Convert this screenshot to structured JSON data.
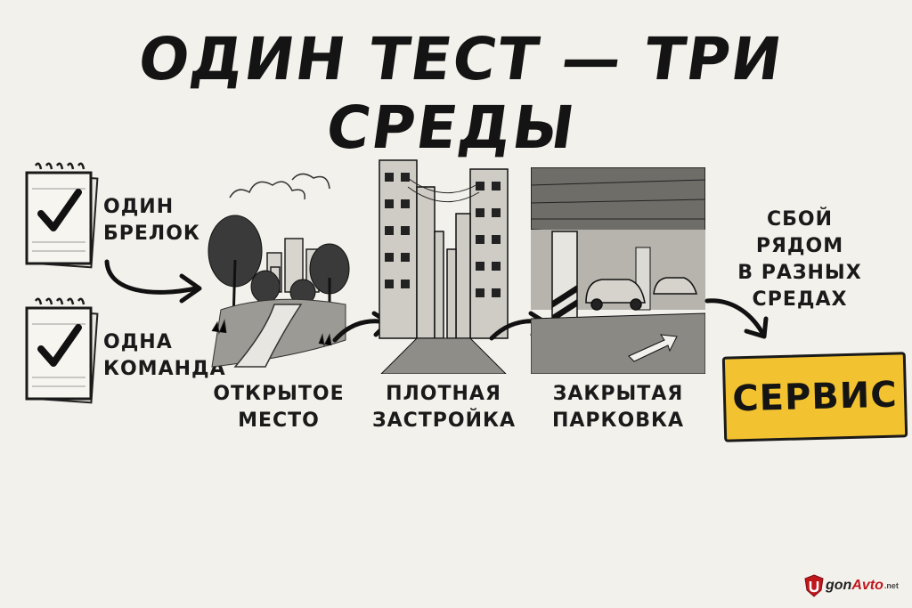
{
  "title": "ОДИН ТЕСТ — ТРИ СРЕДЫ",
  "conditions": [
    {
      "label": "ОДИН\nБРЕЛОК"
    },
    {
      "label": "ОДНА\nКОМАНДА"
    }
  ],
  "environments": [
    {
      "label": "ОТКРЫТОЕ\nМЕСТО"
    },
    {
      "label": "ПЛОТНАЯ\nЗАСТРОЙКА"
    },
    {
      "label": "ЗАКРЫТАЯ\nПАРКОВКА"
    }
  ],
  "result": {
    "note": "СБОЙ РЯДОМ\nВ РАЗНЫХ\nСРЕДАХ",
    "badge": "СЕРВИС"
  },
  "logo": {
    "u": "U",
    "ugon": "gon",
    "avto": "Avto",
    "net": ".net"
  },
  "colors": {
    "background": "#f3f1ec",
    "accent": "#f2c230",
    "brand_red": "#c0171d"
  }
}
